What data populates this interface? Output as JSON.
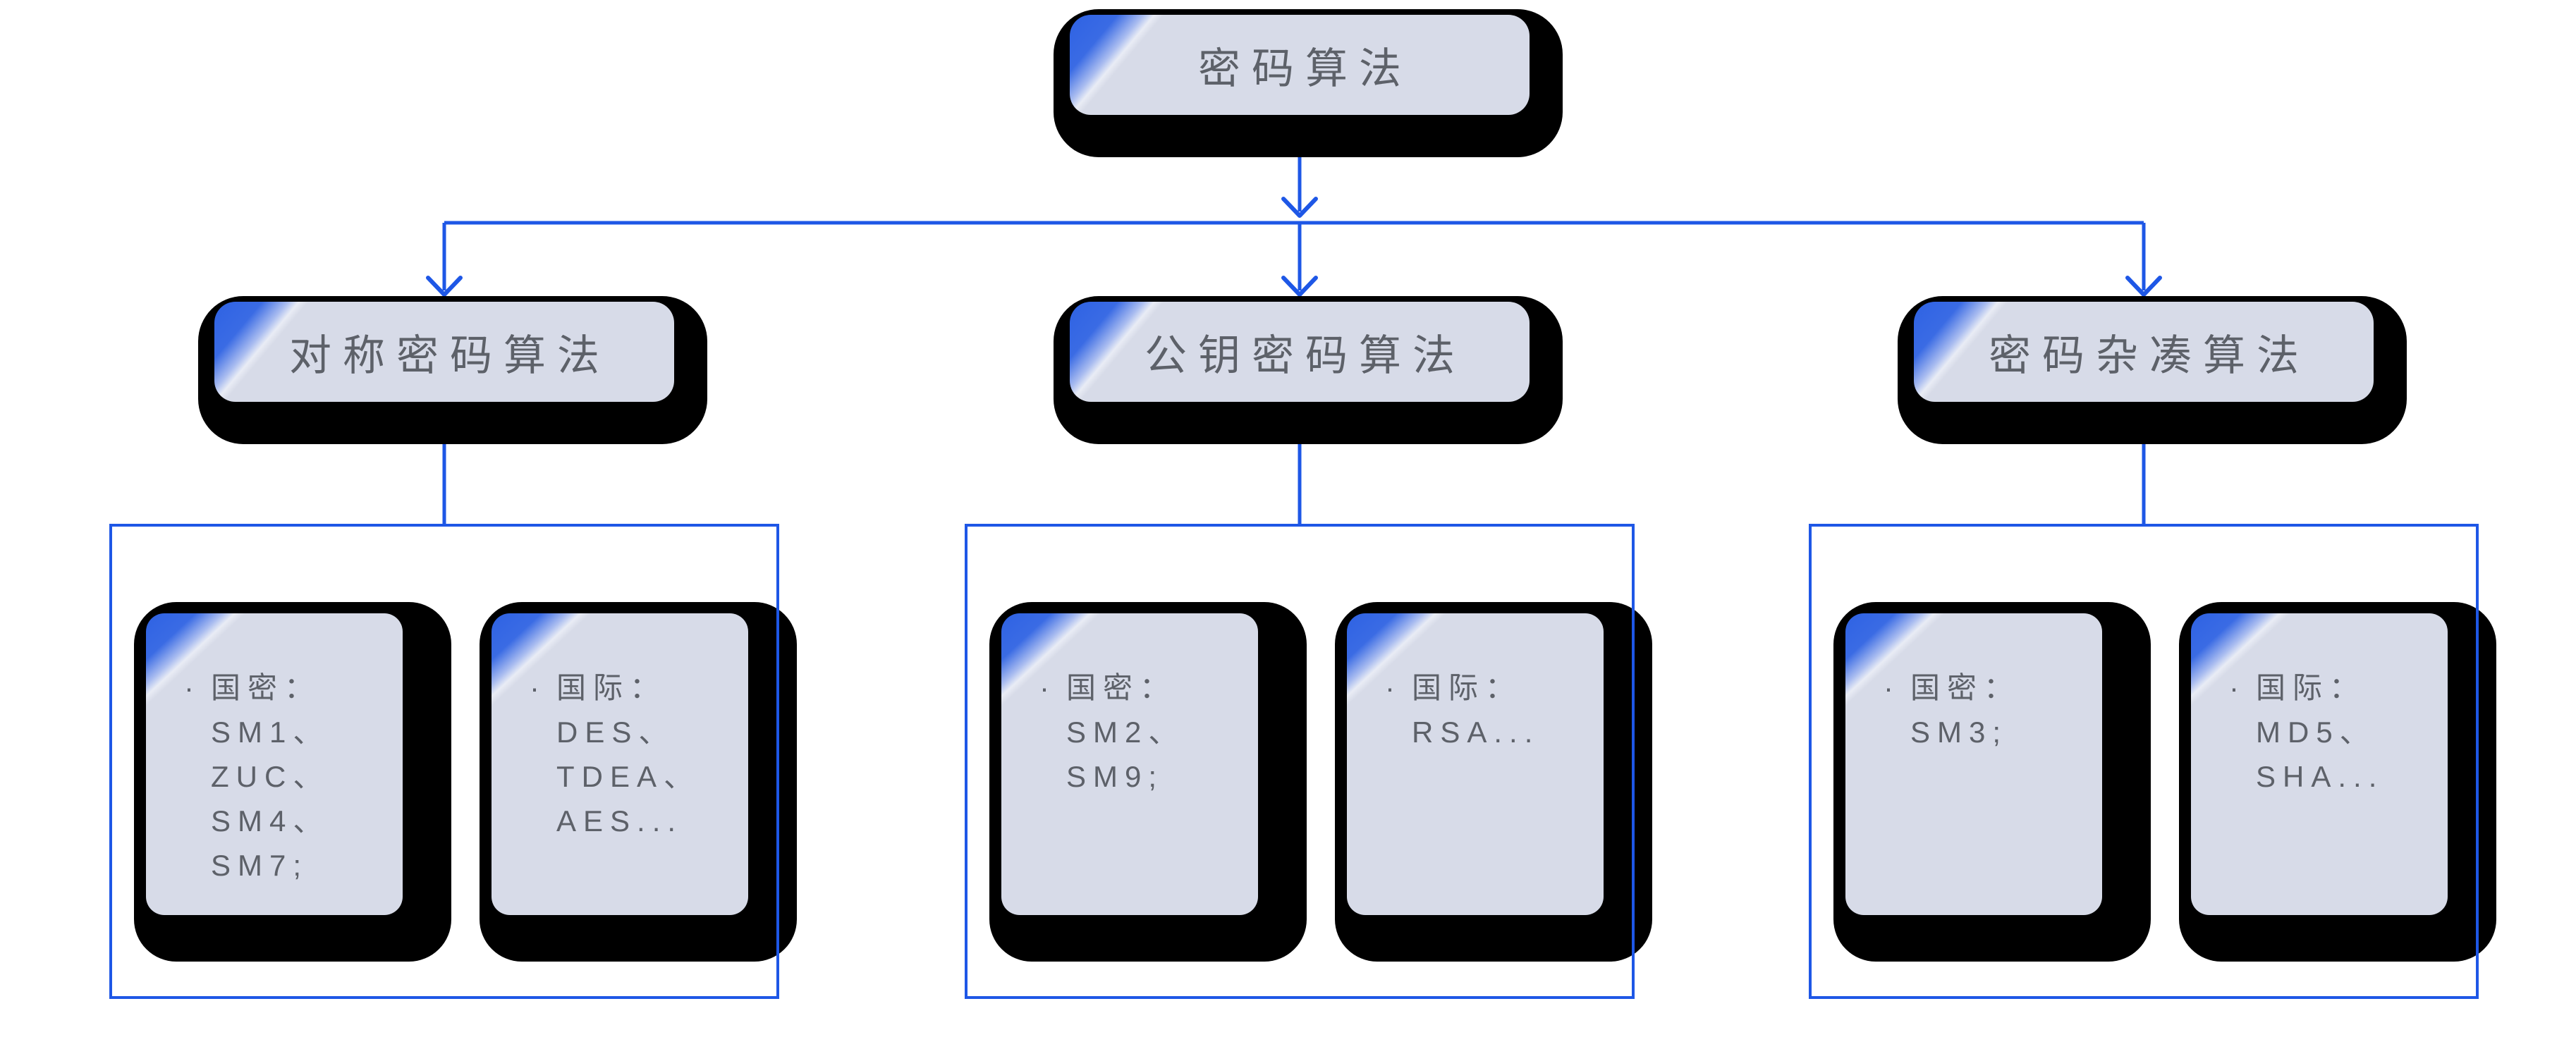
{
  "diagram": {
    "root": {
      "label": "密码算法"
    },
    "branches": [
      {
        "label": "对称密码算法",
        "cards": [
          {
            "bullet": "·",
            "header": "国密：",
            "items": [
              "SM1、",
              "ZUC、",
              "SM4、",
              "SM7;"
            ]
          },
          {
            "bullet": "·",
            "header": "国际：",
            "items": [
              "DES、",
              "TDEA、",
              "AES..."
            ]
          }
        ]
      },
      {
        "label": "公钥密码算法",
        "cards": [
          {
            "bullet": "·",
            "header": "国密：",
            "items": [
              "SM2、",
              "SM9;"
            ]
          },
          {
            "bullet": "·",
            "header": "国际：",
            "items": [
              "RSA..."
            ]
          }
        ]
      },
      {
        "label": "密码杂凑算法",
        "cards": [
          {
            "bullet": "·",
            "header": "国密：",
            "items": [
              "SM3;"
            ]
          },
          {
            "bullet": "·",
            "header": "国际：",
            "items": [
              "MD5、",
              "SHA..."
            ]
          }
        ]
      }
    ],
    "colors": {
      "connector_blue": "#1E57E6",
      "card_fill": "#D7DBE8",
      "shadow_black": "#000000",
      "corner_accent": "#2E62E3",
      "text_gray": "#5D6169"
    }
  }
}
